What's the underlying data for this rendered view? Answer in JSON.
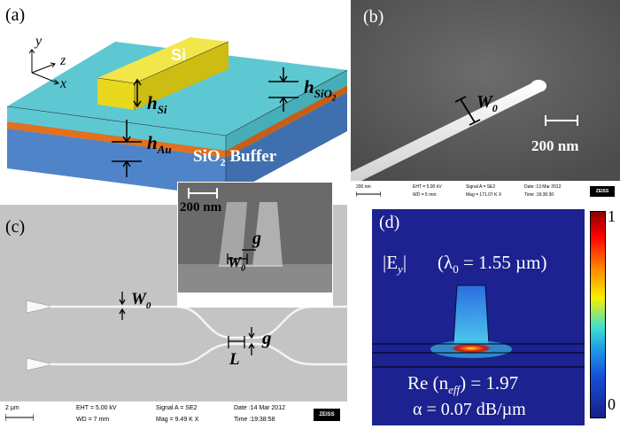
{
  "panel_a": {
    "label": "(a)",
    "axis_y": "y",
    "axis_z": "z",
    "axis_x": "x",
    "si_label": "Si",
    "h_si_base": "h",
    "h_si_sub": "Si",
    "h_sio2_base": "h",
    "h_sio2_sub": "SiO",
    "h_sio2_sub2": "2",
    "h_au_base": "h",
    "h_au_sub": "Au",
    "buffer_label_a": "SiO",
    "buffer_label_sub": "2",
    "buffer_label_b": " Buffer",
    "colors": {
      "sio2_top": "#5ec8d2",
      "au": "#e2701e",
      "buffer": "#4f84c8",
      "si": "#e8d81e"
    }
  },
  "panel_b": {
    "label": "(b)",
    "w_base": "W",
    "w_sub": "0",
    "scale": "200 nm",
    "info": {
      "scale_small": "200 nm",
      "eht": "EHT = 5.00 kV",
      "wd": "WD =   5 mm",
      "signal": "Signal A = SE2",
      "mag": "Mag = 171.07 K X",
      "date": "Date :13 Mar 2012",
      "time": "Time :19:36:30",
      "logo": "ZEISS"
    }
  },
  "panel_c": {
    "label": "(c)",
    "w_base": "W",
    "w_sub": "0",
    "g": "g",
    "l": "L",
    "info": {
      "scale_small": "2 µm",
      "eht": "EHT =  5.00 kV",
      "wd": "WD =   7 mm",
      "signal": "Signal A = SE2",
      "mag": "Mag =   9.49 K X",
      "date": "Date :14 Mar 2012",
      "time": "Time :19:38:58",
      "logo": "ZEISS"
    },
    "inset": {
      "scale": "200 nm",
      "g": "g",
      "w_base": "W",
      "w_sub": "0"
    }
  },
  "panel_d": {
    "label": "(d)",
    "field": "|E",
    "field_sub": "y",
    "field_end": "|",
    "lambda": "(λ",
    "lambda_sub": "0",
    "lambda_val": " = 1.55 µm)",
    "neff_a": "Re (n",
    "neff_sub": "eff",
    "neff_b": ") = 1.97",
    "alpha": "α = 0.07 dB/µm",
    "cb_max": "1",
    "cb_min": "0"
  }
}
